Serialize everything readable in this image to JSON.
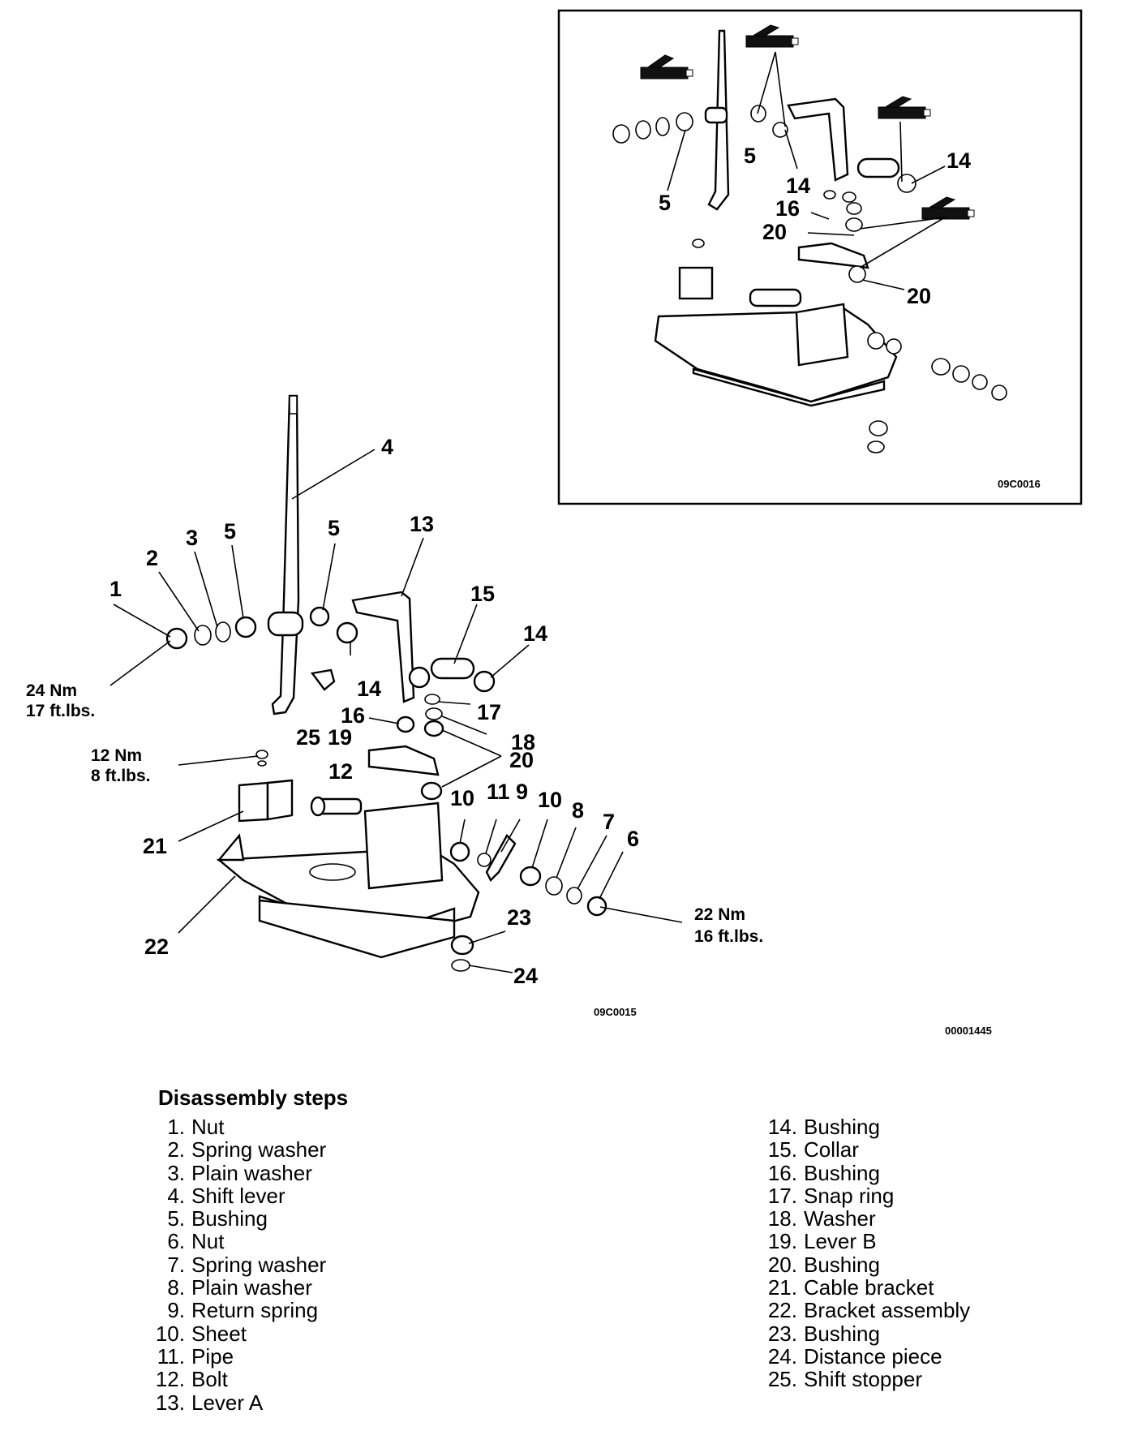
{
  "main_diagram": {
    "code": "09C0015",
    "callouts": {
      "c1": "1",
      "c2": "2",
      "c3": "3",
      "c4": "4",
      "c5a": "5",
      "c5b": "5",
      "c6": "6",
      "c7": "7",
      "c8": "8",
      "c9": "9",
      "c10a": "10",
      "c10b": "10",
      "c11": "11",
      "c12": "12",
      "c13": "13",
      "c14a": "14",
      "c14b": "14",
      "c15": "15",
      "c16": "16",
      "c17": "17",
      "c18": "18",
      "c19": "19",
      "c20": "20",
      "c21": "21",
      "c22": "22",
      "c23": "23",
      "c24": "24",
      "c25": "25"
    },
    "torques": {
      "t1_nm": "24 Nm",
      "t1_ft": "17 ft.lbs.",
      "t2_nm": "12 Nm",
      "t2_ft": "8 ft.lbs.",
      "t3_nm": "22 Nm",
      "t3_ft": "16 ft.lbs."
    }
  },
  "inset_diagram": {
    "code": "09C0016",
    "callouts": {
      "c5a": "5",
      "c5b": "5",
      "c14a": "14",
      "c14b": "14",
      "c16": "16",
      "c20a": "20",
      "c20b": "20"
    }
  },
  "figure_code": "00001445",
  "steps": {
    "title": "Disassembly steps",
    "left": [
      {
        "num": "1.",
        "label": "Nut"
      },
      {
        "num": "2.",
        "label": "Spring washer"
      },
      {
        "num": "3.",
        "label": "Plain washer"
      },
      {
        "num": "4.",
        "label": "Shift lever"
      },
      {
        "num": "5.",
        "label": "Bushing"
      },
      {
        "num": "6.",
        "label": "Nut"
      },
      {
        "num": "7.",
        "label": "Spring washer"
      },
      {
        "num": "8.",
        "label": "Plain washer"
      },
      {
        "num": "9.",
        "label": "Return spring"
      },
      {
        "num": "10.",
        "label": "Sheet"
      },
      {
        "num": "11.",
        "label": "Pipe"
      },
      {
        "num": "12.",
        "label": "Bolt"
      },
      {
        "num": "13.",
        "label": "Lever A"
      }
    ],
    "right": [
      {
        "num": "14.",
        "label": "Bushing"
      },
      {
        "num": "15.",
        "label": "Collar"
      },
      {
        "num": "16.",
        "label": "Bushing"
      },
      {
        "num": "17.",
        "label": "Snap ring"
      },
      {
        "num": "18.",
        "label": "Washer"
      },
      {
        "num": "19.",
        "label": "Lever B"
      },
      {
        "num": "20.",
        "label": "Bushing"
      },
      {
        "num": "21.",
        "label": "Cable bracket"
      },
      {
        "num": "22.",
        "label": "Bracket assembly"
      },
      {
        "num": "23.",
        "label": "Bushing"
      },
      {
        "num": "24.",
        "label": "Distance piece"
      },
      {
        "num": "25.",
        "label": "Shift stopper"
      }
    ]
  }
}
